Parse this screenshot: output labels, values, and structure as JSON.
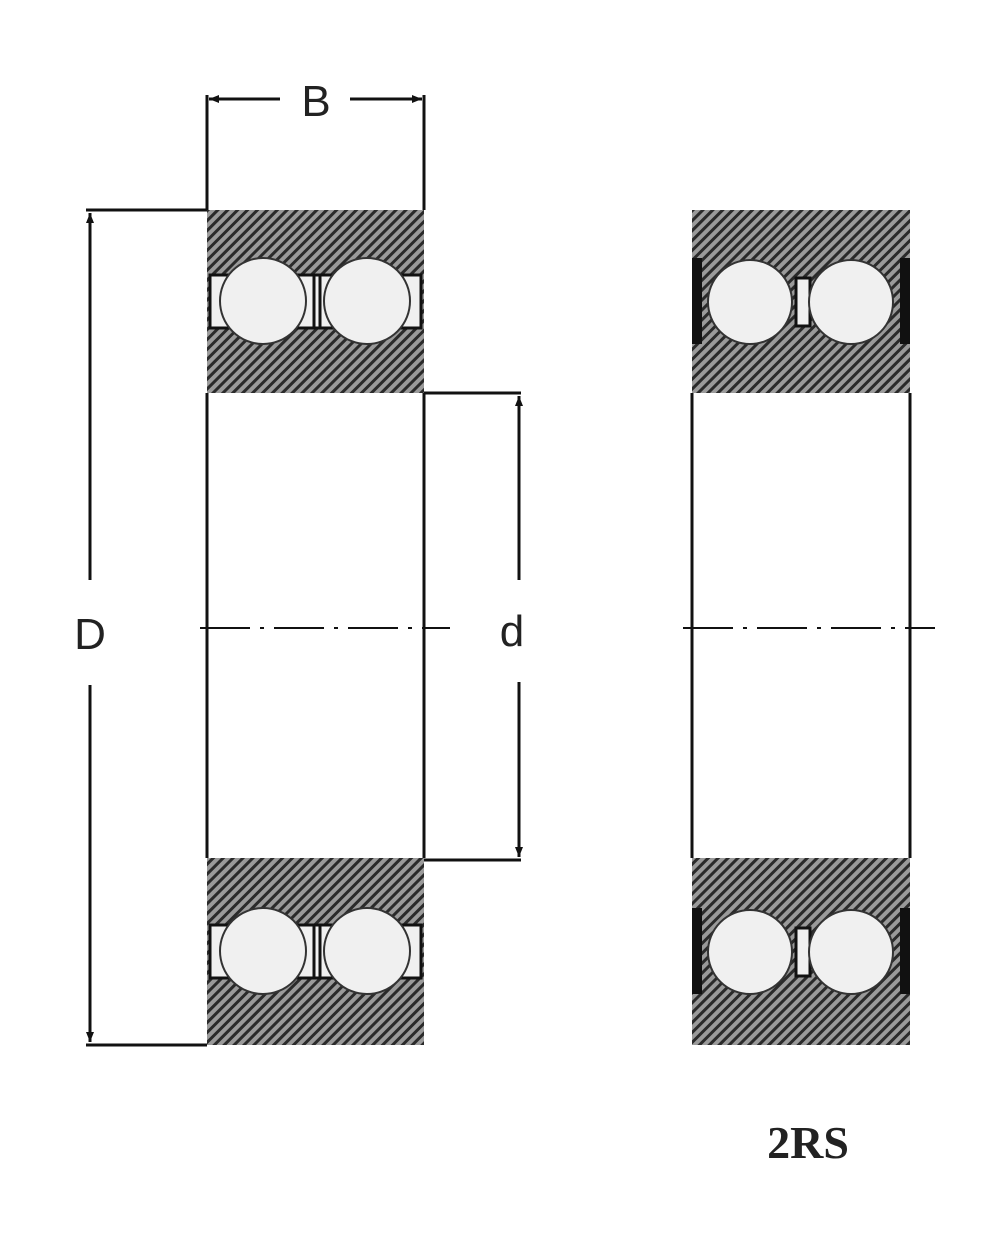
{
  "labels": {
    "width": "B",
    "outer_diameter": "D",
    "bore_diameter": "d",
    "seal_type": "2RS"
  },
  "colors": {
    "line": "#111111",
    "hatch_bg": "#8a8a8a",
    "ball": "#f0f0f0",
    "seal": "#111111"
  }
}
